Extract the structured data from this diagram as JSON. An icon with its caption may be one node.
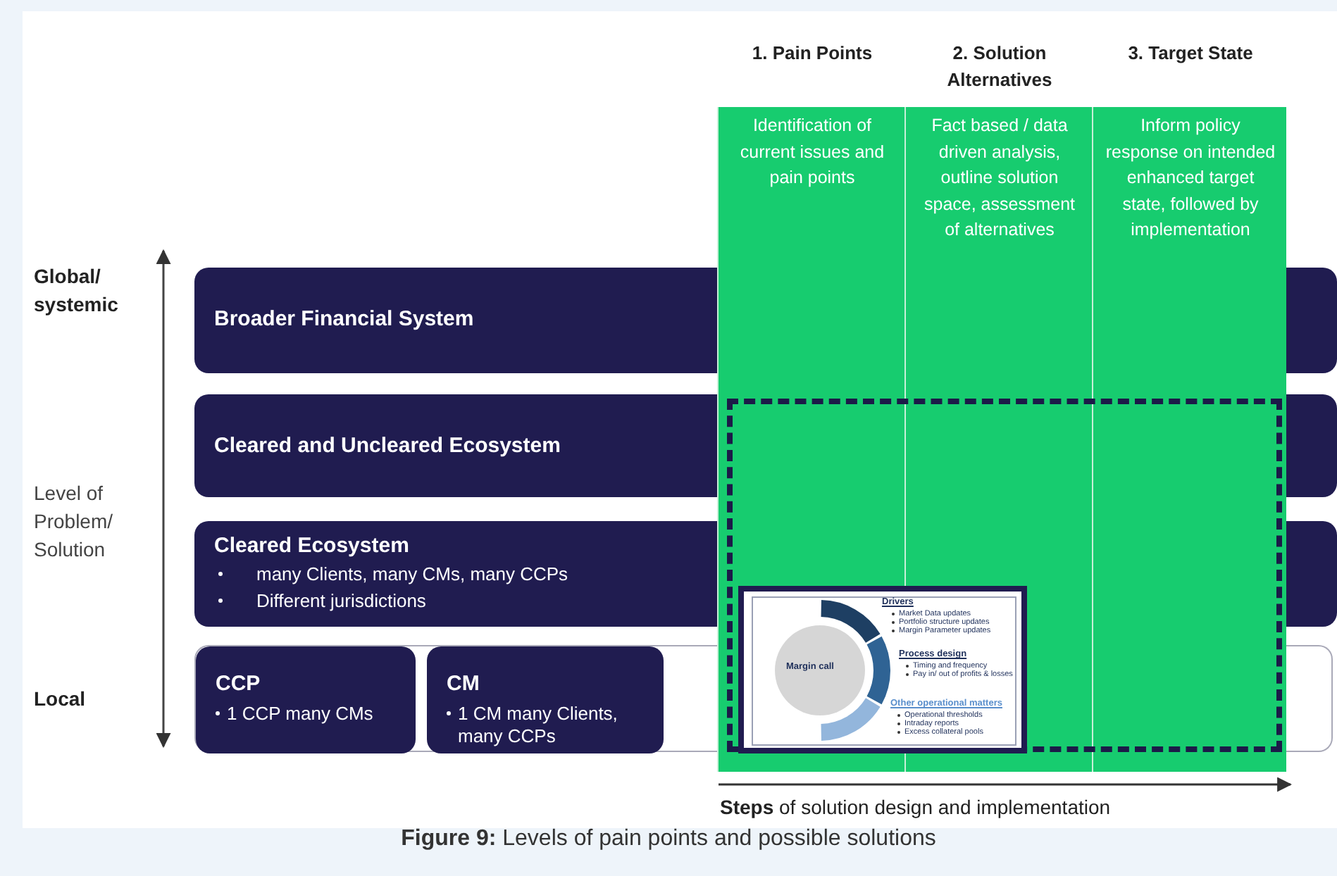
{
  "diagram": {
    "caption": "**Figure 9:** Levels of pain points and possible solutions",
    "nodes": [
      {
        "text": [
          "Broader Financial System"
        ]
      },
      {
        "text": [
          "Cleared and Uncleared Ecosystem"
        ]
      },
      {
        "text": [
          "Cleared Ecosystem",
          "many Clients, many CMs, many CCPs",
          "Different jurisdictions"
        ]
      },
      {
        "text": [],
        "shape": "box"
      },
      {
        "text": [
          "CCP",
          "1 CCP many CMs"
        ],
        "in": 3
      },
      {
        "text": [
          "CM",
          "1 CM many Clients, many CCPs"
        ],
        "in": 3
      },
      {
        "text": [
          "1. Pain Points",
          "Identification of current issues and pain points"
        ]
      },
      {
        "text": [
          "2. Solution Alternatives",
          "Fact based / data driven analysis, outline solution space, assessment of alternatives"
        ]
      },
      {
        "text": [
          "3. Target State",
          "Inform policy response on intended enhanced target state, followed by implementation"
        ]
      },
      {
        "text": [],
        "shape": "box"
      },
      {
        "text": [
          "Margin call",
          "Drivers",
          "Market Data updates",
          "Portfolio structure updates",
          "Margin Parameter updates",
          "Process design",
          "Timing and frequency",
          "Pay in/ out of profits & losses",
          "Other operational matters",
          "Operational thresholds",
          "Intraday reports",
          "Excess collateral pools"
        ],
        "in": 9
      },
      {
        "text": [],
        "shape": "bar"
      },
      {
        "text": [],
        "shape": "bar"
      },
      {
        "text": [],
        "shape": "bar"
      },
      {
        "text": [],
        "shape": "bar"
      }
    ],
    "labels": [
      "Global/ systemic",
      "Level of Problem/ Solution",
      "Local",
      "**Steps** of solution design and implementation"
    ]
  }
}
